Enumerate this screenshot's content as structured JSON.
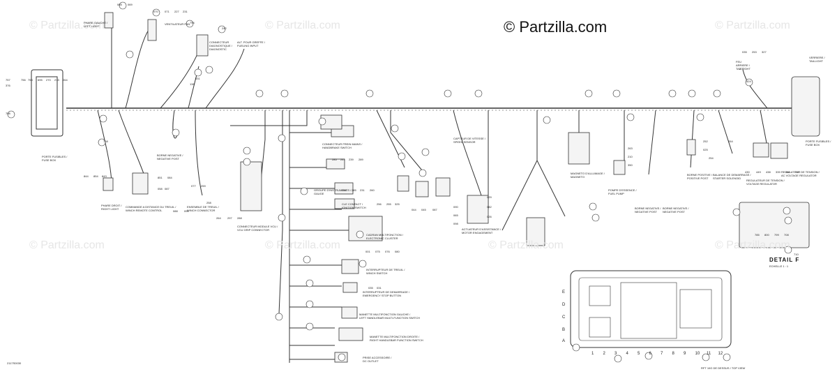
{
  "watermark": "© Partzilla.com",
  "brand": "© Partzilla.com",
  "doc_id": "2117S0030",
  "detail": {
    "title": "DETAIL  F",
    "scale": "ECHELLE 1 : 1",
    "caption": "RFT 10G DE DESSUS / TOP VIEW"
  },
  "row_letters": [
    "E",
    "D",
    "C",
    "B",
    "A"
  ],
  "col_numbers": [
    "1",
    "2",
    "3",
    "4",
    "5",
    "6",
    "7",
    "8",
    "9",
    "10",
    "11",
    "12"
  ],
  "labels": [
    "PORTE FUSIBLES /\nFUSE BOX",
    "PHARE GAUCHE /\nLEFT LIGHT",
    "VENTILATEUR FAN",
    "CONNECTEUR\nDIAGNOSTIQUE /\nDIAGNOSTIC",
    "ALT. POUR GREFFE /\nFUELING INPUT",
    "FEU\nARRIERE /\nTAIL LIGHT",
    "VERRIERE /\nTAILLIGHT",
    "PHARE DROIT /\nRIGHT LIGHT",
    "COMMANDE A DISTANCE DU TREUIL /\nWINCH REMOTE CONTROL",
    "BORNE NEGATIVE /\nNEGATIVE POST",
    "ENSEMBLE DE TREUIL /\nWINCH CONNECTOR",
    "CONNECTEUR MODULE VCU /\nVCU GRIP CONNECTOR",
    "CONNECTEUR FREIN MAINS /\nHANDBRAKE SWITCH",
    "CLE CONTACT /\nIGNITION SWITCH",
    "GROUPE D'INSTRUMENTS /\nGAUGE",
    "CADRAN MULTIFONCTION /\nELECTRONIC CLUSTER",
    "INTERRUPTEUR DE TREUIL /\nWINCH SWITCH",
    "INTERRUPTEUR DE DEMARRAGE /\nEMERGENCY STOP BUTTON",
    "MANETTE MULTIFONCTION GAUCHE /\nLEFT HANDLEBAR MULTI-FUNCTION SWITCH",
    "MANETTE MULTIFONCTION DROITE /\nRIGHT HANDLEBAR FUNCTION SWITCH",
    "PRISE ACCESSOIRE /\nDC OUTLET",
    "CAPTEUR DE VITESSE /\nSPEED SENSOR",
    "ACTUATEUR D'ASSISTANCE /\nMOTOR ENGAGEMENT",
    "MAGNETO D'ALLUMAGE /\nMAGNETO",
    "POMPE D'ESSENCE /\nFUEL PUMP",
    "BORNE NEGATIVE /\nNEGATIVE POST",
    "BORNE NEGATIVE /\nNEGATIVE POST",
    "BORNE POSITIVE /\nPOSITIVE POST",
    "BALANCE DE DEMARRAGE /\nSTARTER SOLENOID",
    "REGULATEUR DE TENSION /\nVOLTAGE REGULATOR",
    "PORTE FUSIBLES /\nFUSE BOX",
    "REGULATEUR DE TENSION /\nAC VOLTAGE REGULATOR"
  ],
  "callouts": [
    "065",
    "069",
    "070",
    "071",
    "227",
    "231",
    "242",
    "794",
    "531",
    "138",
    "757",
    "376",
    "756",
    "753",
    "695",
    "270",
    "273",
    "264",
    "798",
    "758",
    "844",
    "854",
    "843",
    "851",
    "084",
    "058",
    "087",
    "088",
    "091",
    "077",
    "259",
    "258",
    "264",
    "297",
    "288",
    "285",
    "241",
    "239",
    "289",
    "288",
    "285",
    "231",
    "260",
    "256",
    "255",
    "325",
    "044",
    "045",
    "087",
    "090",
    "065",
    "098",
    "029",
    "082",
    "026",
    "035",
    "253",
    "327",
    "277",
    "524",
    "263",
    "210",
    "350",
    "252",
    "025",
    "254",
    "264",
    "430",
    "449",
    "438",
    "339",
    "380",
    "757",
    "785",
    "800",
    "799",
    "708",
    "710",
    "001",
    "075",
    "076",
    "080",
    "035",
    "031",
    "782",
    "769",
    "766"
  ],
  "colors": {
    "line": "#333333",
    "watermark": "#e6e6e6",
    "text": "#222222"
  }
}
